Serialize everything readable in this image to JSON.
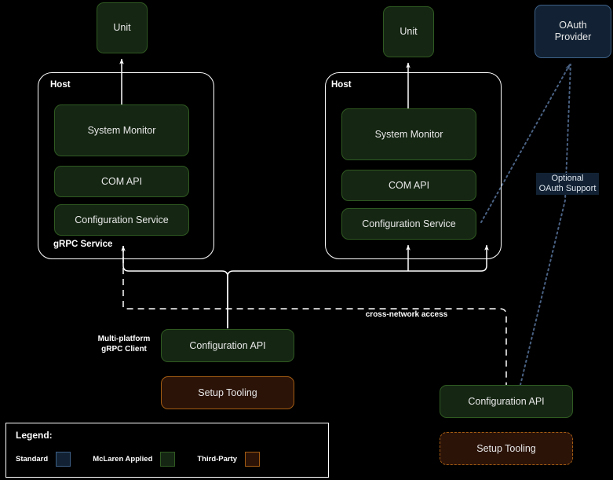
{
  "diagram": {
    "title": "System architecture diagram",
    "background_color": "#000000",
    "colors": {
      "standard_fill": "#122234",
      "standard_stroke": "#3d5f86",
      "mclaren_fill": "#152613",
      "mclaren_stroke": "#2f5a21",
      "thirdparty_fill": "#2b1308",
      "thirdparty_stroke": "#a35c12",
      "wire": "#ffffff",
      "oauth_wire": "#4a6284"
    }
  },
  "nodes": {
    "unit_left": {
      "label": "Unit",
      "category": "McLaren Applied"
    },
    "unit_right": {
      "label": "Unit",
      "category": "McLaren Applied"
    },
    "oauth_provider": {
      "label": "OAuth\nProvider",
      "category": "Standard"
    },
    "host_left": {
      "label": "Host",
      "sublabel": "gRPC Service"
    },
    "host_right": {
      "label": "Host"
    },
    "system_monitor_left": {
      "label": "System Monitor",
      "category": "McLaren Applied"
    },
    "com_api_left": {
      "label": "COM API",
      "category": "McLaren Applied"
    },
    "configuration_service_left": {
      "label": "Configuration Service",
      "category": "McLaren Applied"
    },
    "system_monitor_right": {
      "label": "System Monitor",
      "category": "McLaren Applied"
    },
    "com_api_right": {
      "label": "COM API",
      "category": "McLaren Applied"
    },
    "configuration_service_right": {
      "label": "Configuration Service",
      "category": "McLaren Applied"
    },
    "configuration_api_left": {
      "label": "Configuration API",
      "category": "McLaren Applied"
    },
    "setup_tooling_left": {
      "label": "Setup Tooling",
      "category": "Third-Party"
    },
    "configuration_api_right": {
      "label": "Configuration API",
      "category": "McLaren Applied"
    },
    "setup_tooling_right": {
      "label": "Setup Tooling",
      "category": "Third-Party"
    }
  },
  "edge_labels": {
    "grpc_client": "Multi-platform\ngRPC Client",
    "cross_network": "cross-network access",
    "optional_oauth": "Optional\nOAuth Support"
  },
  "legend": {
    "title": "Legend:",
    "entries": [
      {
        "label": "Standard",
        "swatch": "standard"
      },
      {
        "label": "McLaren Applied",
        "swatch": "mclaren"
      },
      {
        "label": "Third-Party",
        "swatch": "thirdparty"
      }
    ]
  }
}
